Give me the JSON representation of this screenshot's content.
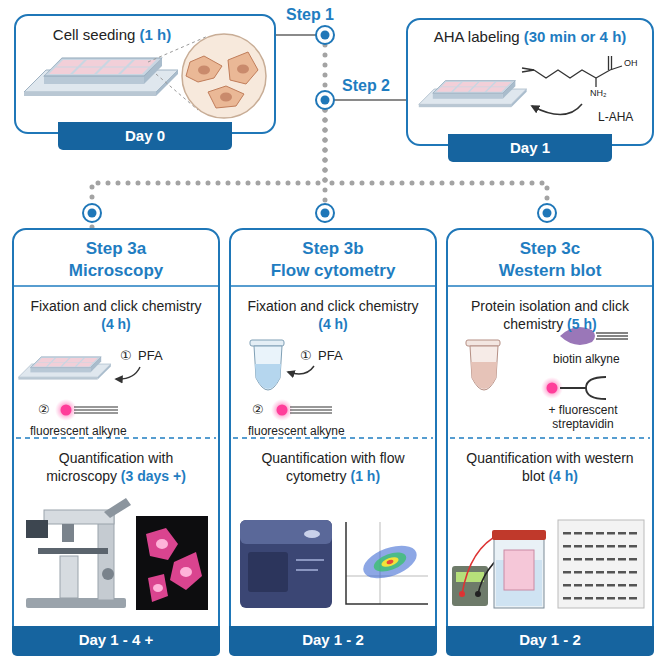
{
  "diagram": {
    "nodes": [
      {
        "text": [
          "Cell seeding",
          "(1 h)"
        ]
      },
      {
        "text": [
          "Day 0"
        ],
        "in": 0
      },
      {
        "text": [
          "AHA labeling",
          "(30 min or 4 h)"
        ]
      },
      {
        "text": [
          "Day 1"
        ],
        "in": 2
      },
      {
        "text": [
          "Step 3a",
          "Microscopy",
          "Fixation and click chemistry",
          "(4 h)",
          "Quantification with microscopy",
          "(3 days +)"
        ]
      },
      {
        "text": [
          "Day 1 - 4 +"
        ],
        "in": 4
      },
      {
        "text": [
          "Step 3b",
          "Flow cytometry",
          "Fixation and click chemistry",
          "(4 h)",
          "Quantification with flow cytometry",
          "(1 h)"
        ]
      },
      {
        "text": [
          "Day 1 - 2"
        ],
        "in": 6
      },
      {
        "text": [
          "Step 3c",
          "Western blot",
          "Protein isolation and click chemistry",
          "(5 h)",
          "Quantification with western blot",
          "(4 h)"
        ]
      },
      {
        "text": [
          "Day 1 - 2"
        ],
        "in": 8
      }
    ],
    "edges": [
      {
        "from": 0,
        "to": 2,
        "arrow": "none"
      },
      {
        "from": 2,
        "to": 4,
        "arrow": "none"
      },
      {
        "from": 2,
        "to": 6,
        "arrow": "none"
      },
      {
        "from": 2,
        "to": 8,
        "arrow": "none"
      }
    ],
    "labels": [
      "Step 1",
      "Step 2",
      "L-AHA",
      "NH₂",
      "OH",
      "①",
      "PFA",
      "②",
      "fluorescent alkyne",
      "①",
      "PFA",
      "②",
      "fluorescent alkyne",
      "biotin alkyne",
      "+ fluorescent streptavidin"
    ]
  }
}
